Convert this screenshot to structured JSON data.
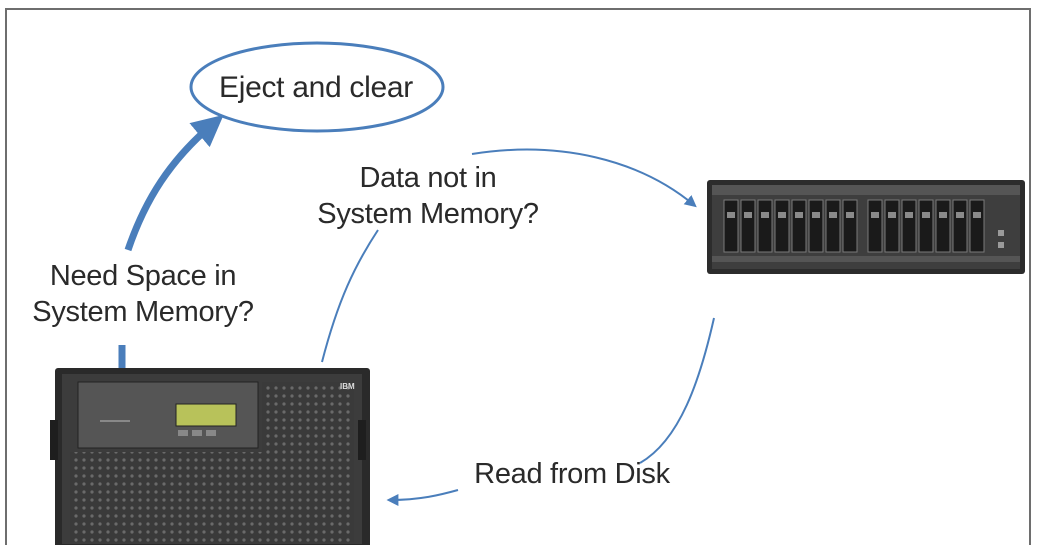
{
  "diagram": {
    "eject_node": {
      "label": "Eject and clear"
    },
    "data_not_in_memory": {
      "label": "Data not in\nSystem Memory?"
    },
    "need_space": {
      "label": "Need Space in\nSystem Memory?"
    },
    "read_from_disk": {
      "label": "Read from Disk"
    },
    "server": {
      "brand": "IBM"
    }
  },
  "colors": {
    "arrow": "#4a7ebb",
    "ellipse_stroke": "#4a7ebb",
    "hardware_dark": "#2c2c2c",
    "hardware_mid": "#4a4a4a",
    "display": "#b8c25a"
  }
}
